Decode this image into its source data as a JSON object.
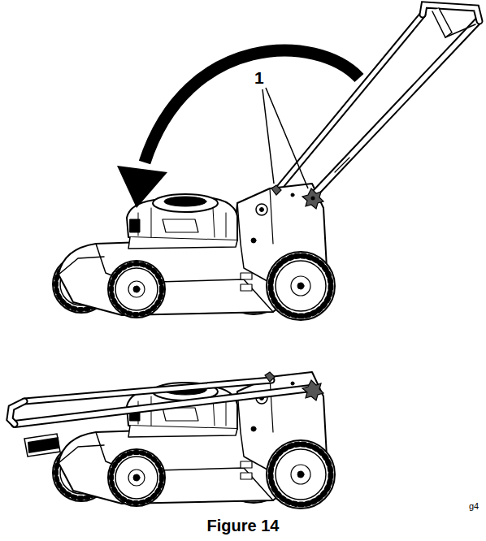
{
  "diagram": {
    "caption": "Figure 14",
    "labels": [
      "1",
      "g4"
    ]
  }
}
